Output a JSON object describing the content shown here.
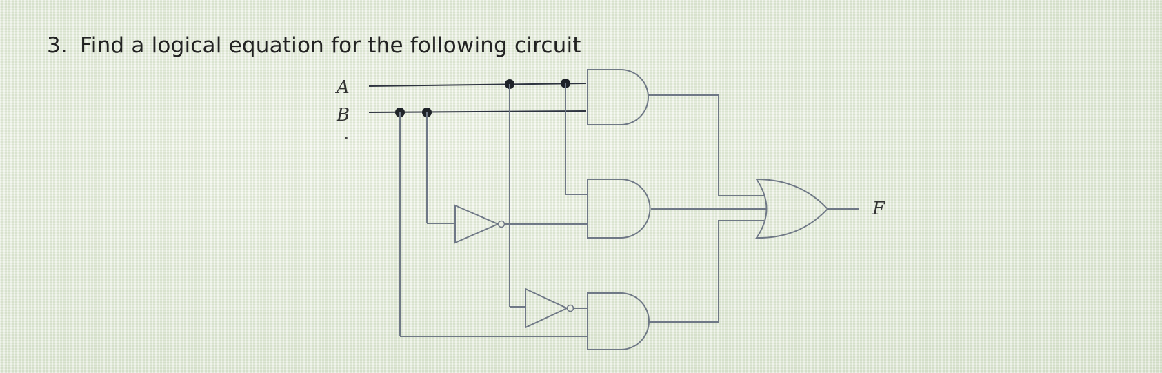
{
  "question": {
    "number": "3.",
    "text": "Find a logical equation for the following circuit"
  },
  "circuit": {
    "inputs": [
      {
        "label": "A"
      },
      {
        "label": "B"
      }
    ],
    "output": {
      "label": "F"
    },
    "gates": [
      {
        "type": "AND",
        "inputs": [
          "A",
          "B"
        ]
      },
      {
        "type": "AND",
        "inputs": [
          "A",
          "NOT B"
        ]
      },
      {
        "type": "AND",
        "inputs": [
          "NOT A",
          "B"
        ]
      },
      {
        "type": "NOT",
        "input": "B"
      },
      {
        "type": "NOT",
        "input": "A"
      },
      {
        "type": "OR",
        "inputs": [
          "AND1",
          "AND2",
          "AND3"
        ],
        "output": "F"
      }
    ]
  }
}
